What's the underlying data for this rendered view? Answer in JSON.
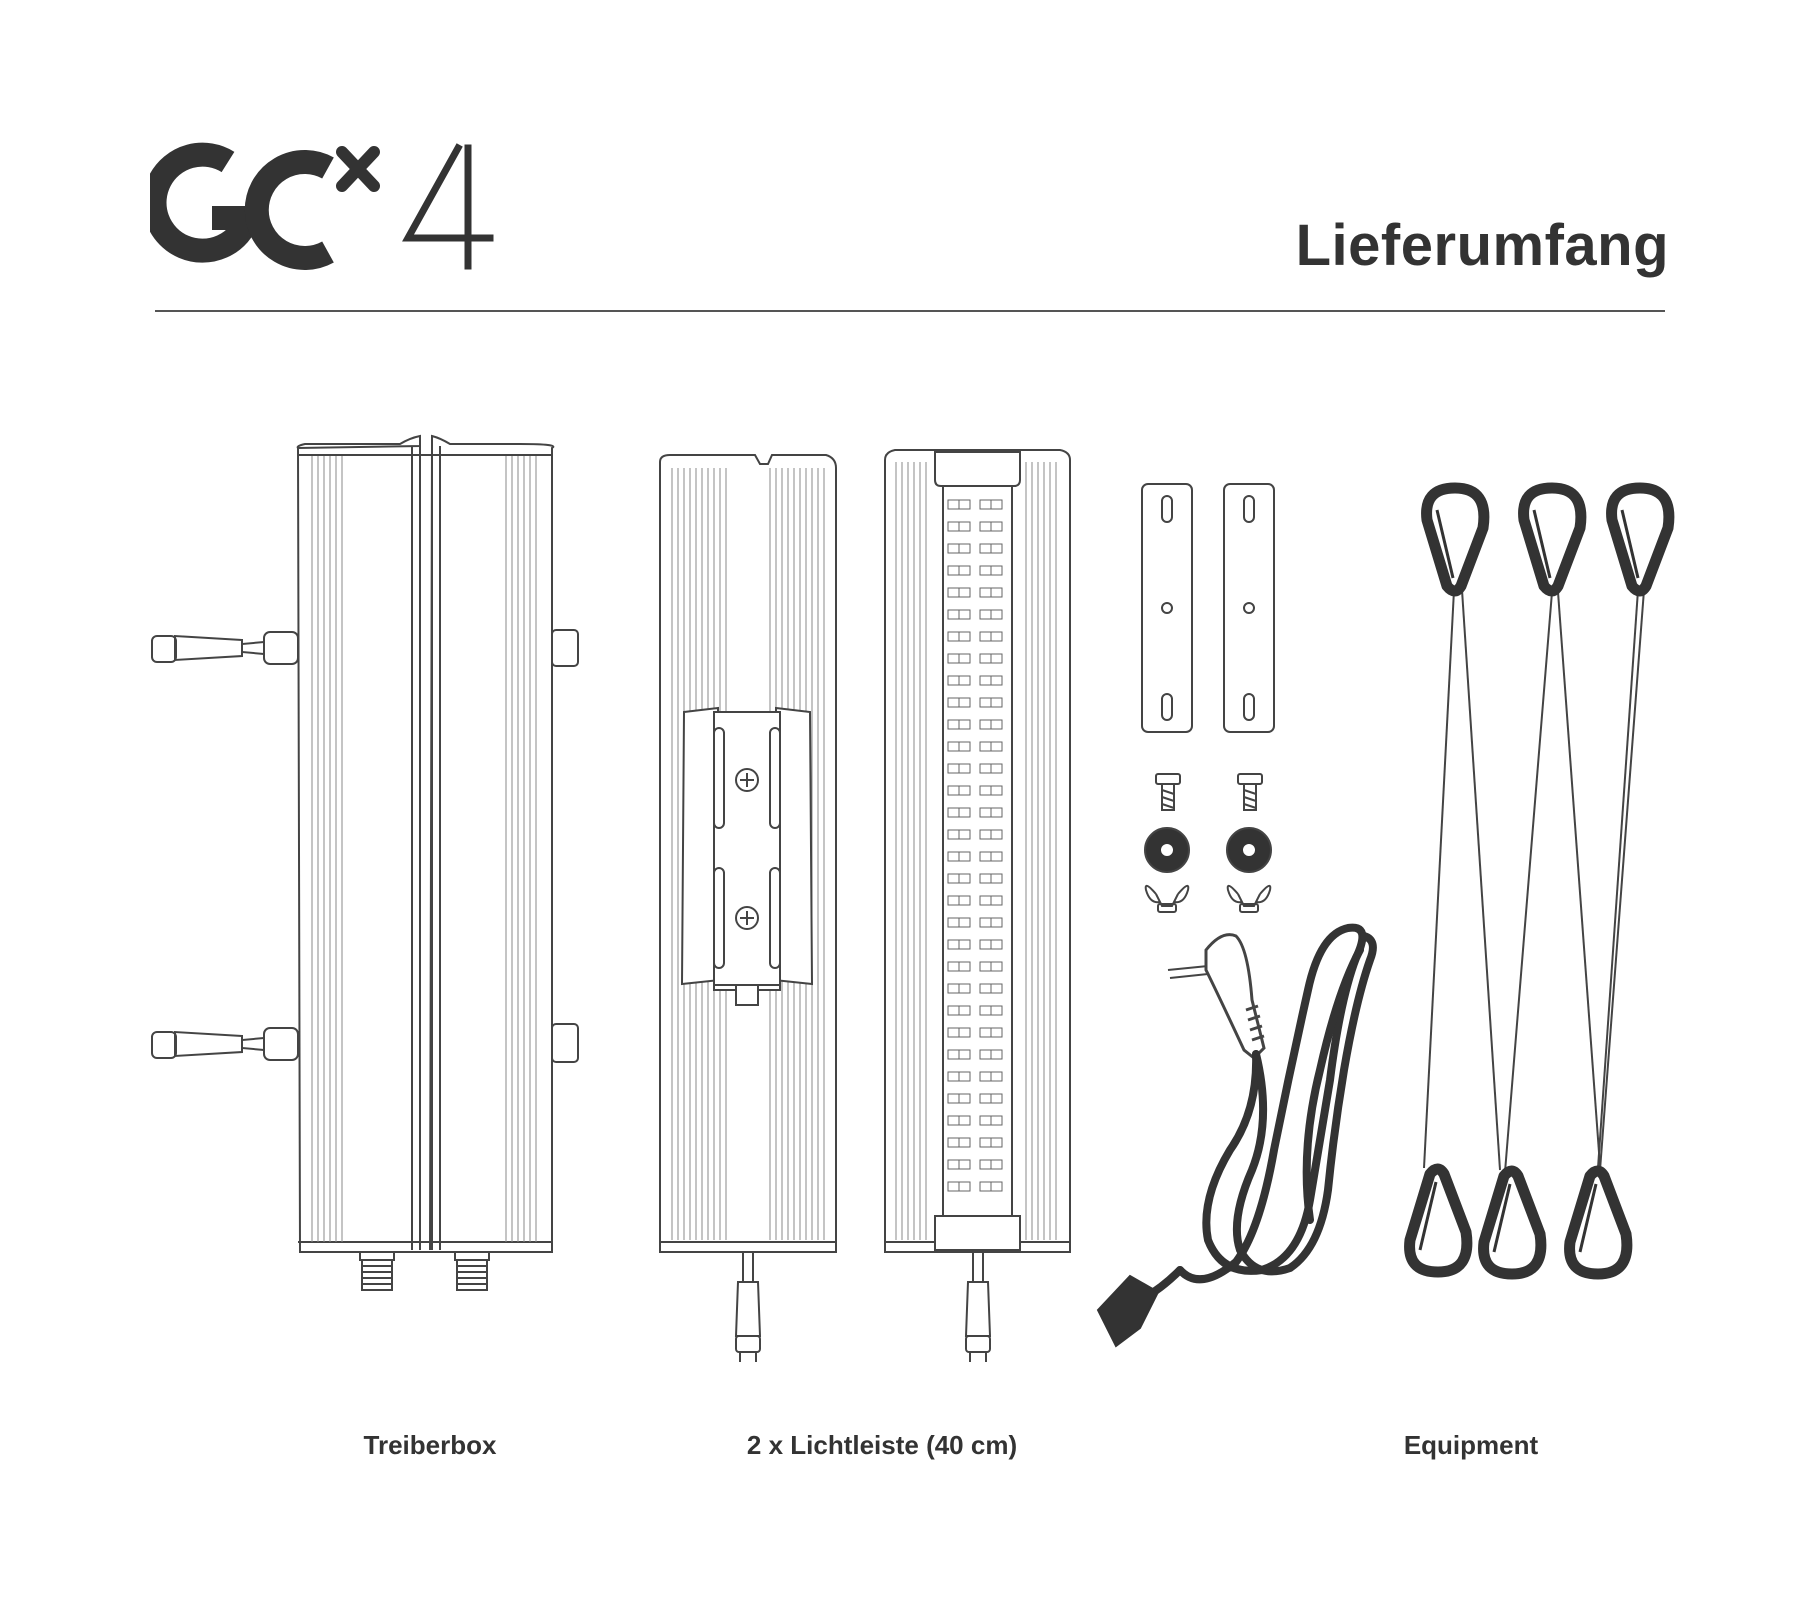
{
  "header": {
    "logo_text": "GC x 4",
    "title": "Lieferumfang"
  },
  "captions": {
    "driver_box": "Treiberbox",
    "light_bars": "2 x Lichtleiste (40 cm)",
    "equipment": "Equipment"
  },
  "icons": [
    "driver-box-icon",
    "light-bar-back-icon",
    "light-bar-front-icon",
    "mounting-bracket-icon",
    "screw-icon",
    "washer-icon",
    "wing-nut-icon",
    "power-cable-icon",
    "carabiner-hanger-icon"
  ],
  "colors": {
    "ink": "#333333",
    "line": "#444444",
    "background": "#ffffff"
  }
}
